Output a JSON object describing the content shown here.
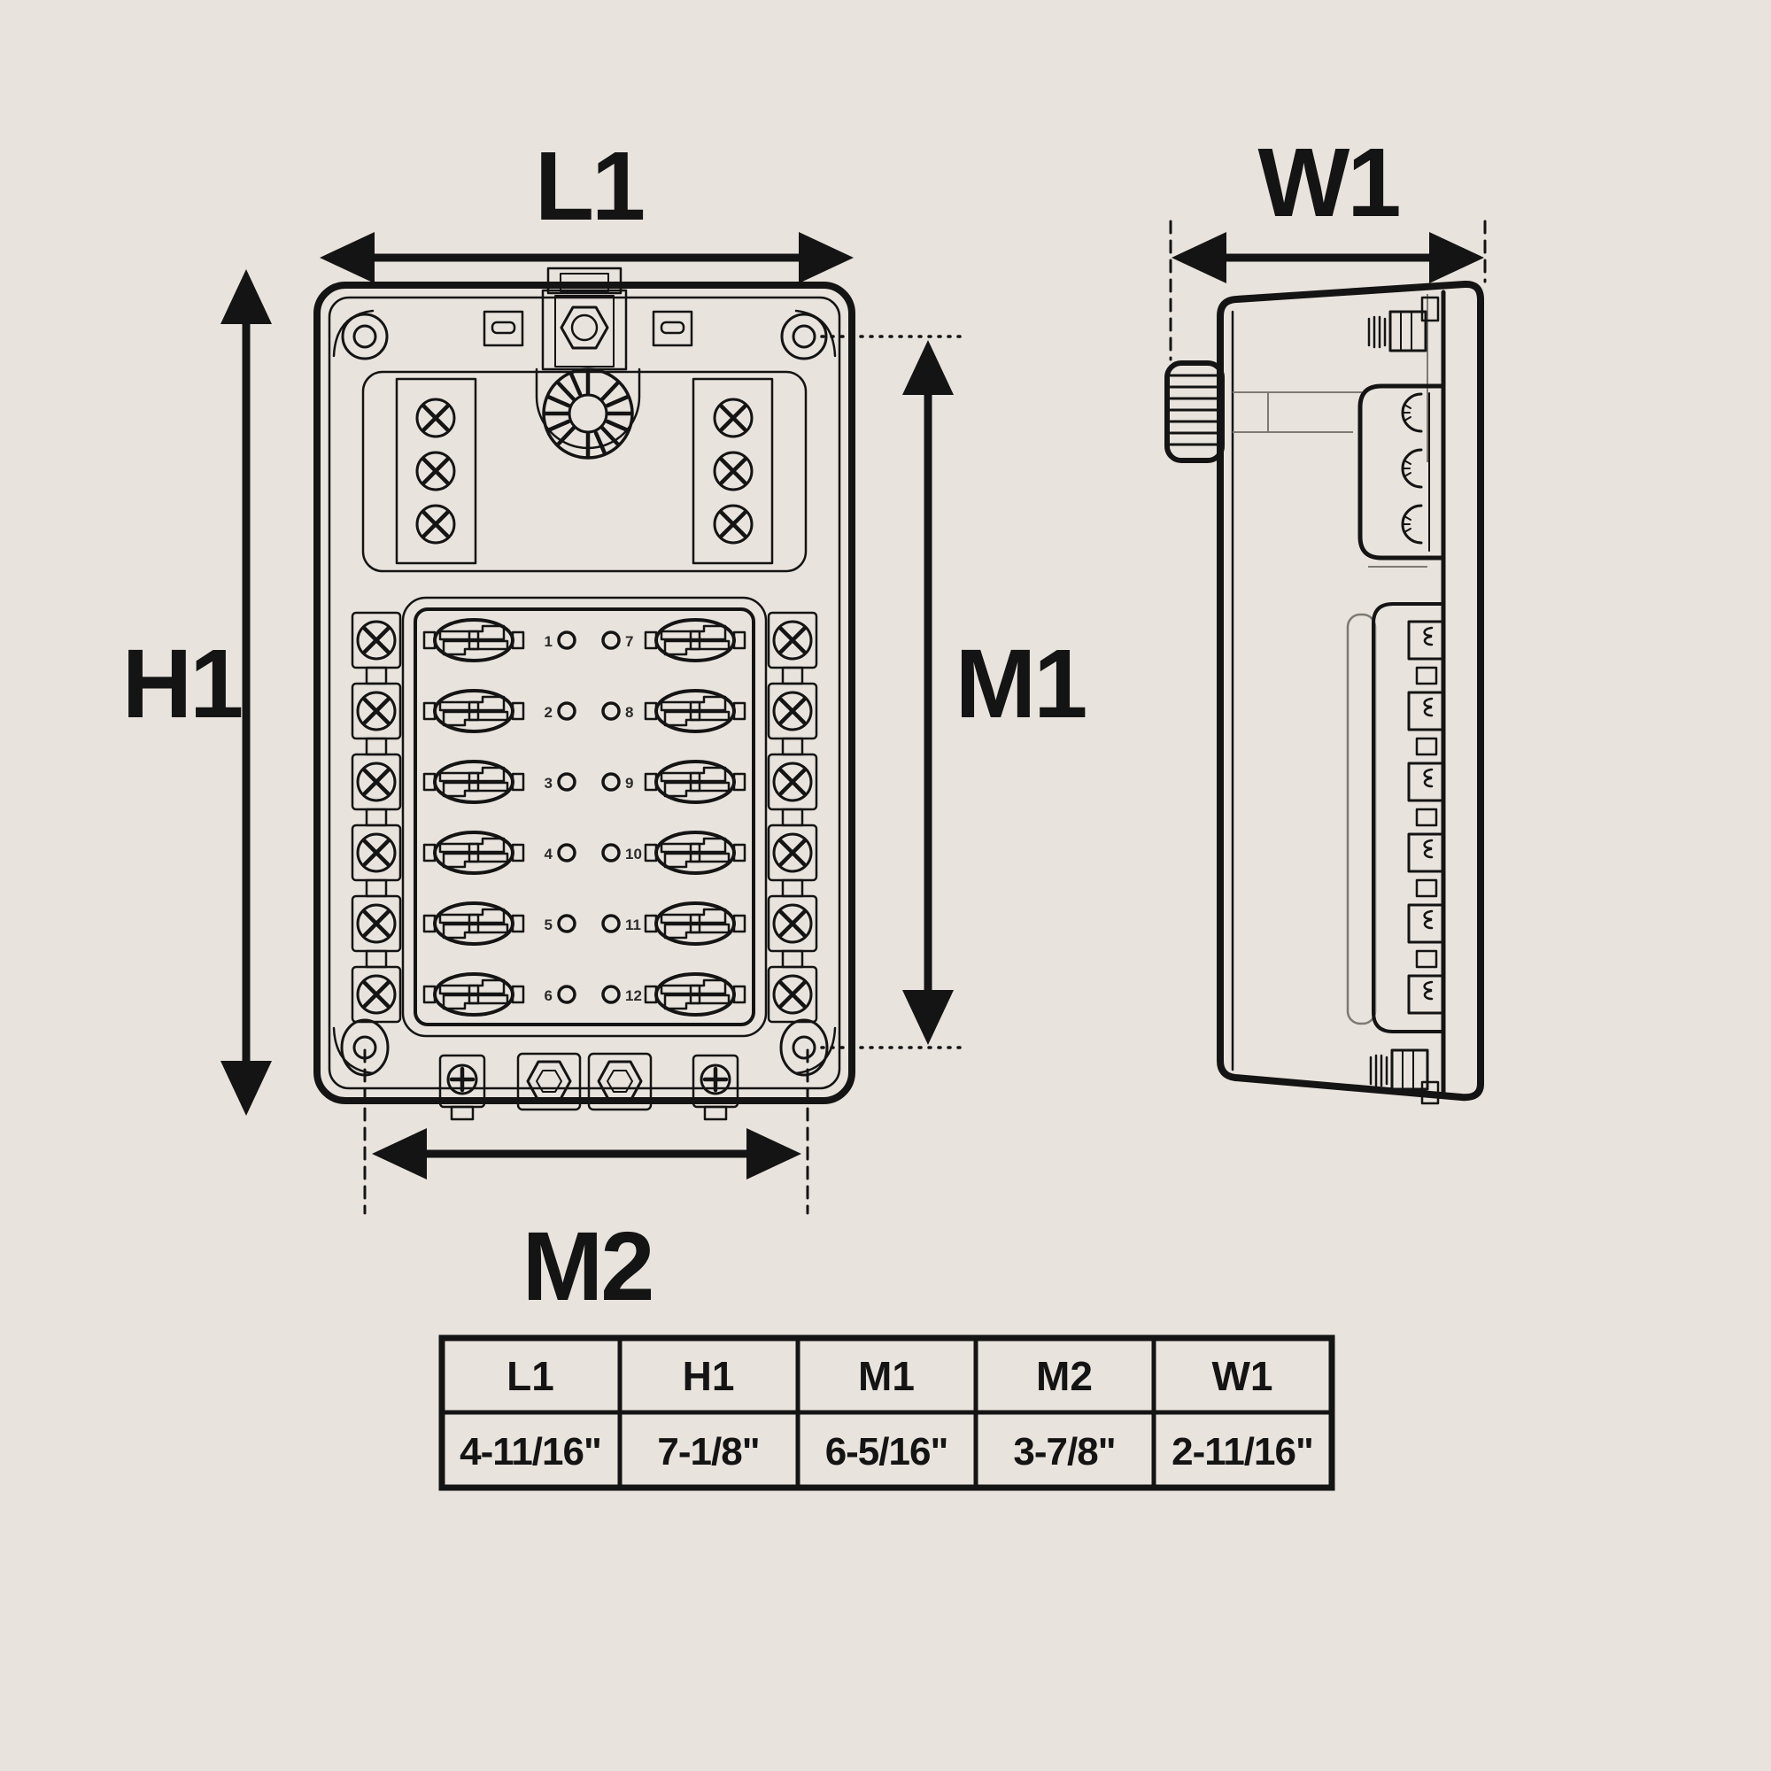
{
  "colors": {
    "background": "#e9e3dd",
    "ink": "#141414",
    "gray": "#7d7a75"
  },
  "dimensions": {
    "l1": {
      "label": "L1"
    },
    "h1": {
      "label": "H1"
    },
    "m1": {
      "label": "M1"
    },
    "m2": {
      "label": "M2"
    },
    "w1": {
      "label": "W1"
    }
  },
  "table": {
    "headers": [
      "L1",
      "H1",
      "M1",
      "M2",
      "W1"
    ],
    "values": [
      "4-11/16\"",
      "7-1/8\"",
      "6-5/16\"",
      "3-7/8\"",
      "2-11/16\""
    ]
  },
  "front_view": {
    "fuse_rows": [
      {
        "left": "1",
        "right": "7"
      },
      {
        "left": "2",
        "right": "8"
      },
      {
        "left": "3",
        "right": "9"
      },
      {
        "left": "4",
        "right": "10"
      },
      {
        "left": "5",
        "right": "11"
      },
      {
        "left": "6",
        "right": "12"
      }
    ]
  },
  "icons": {
    "x-screw-icon": "circle-with-x",
    "plus-screw-icon": "circle-with-plus",
    "hex-nut-icon": "hexagon",
    "star-washer-icon": "serrated-circle",
    "blade-fuse-icon": "oval-interlock",
    "led-indicator-icon": "small-circle",
    "mounting-hole-icon": "donut-circle",
    "knurled-knob-icon": "ribbed-rectangle",
    "arrow-icon": "double-headed-arrow"
  }
}
